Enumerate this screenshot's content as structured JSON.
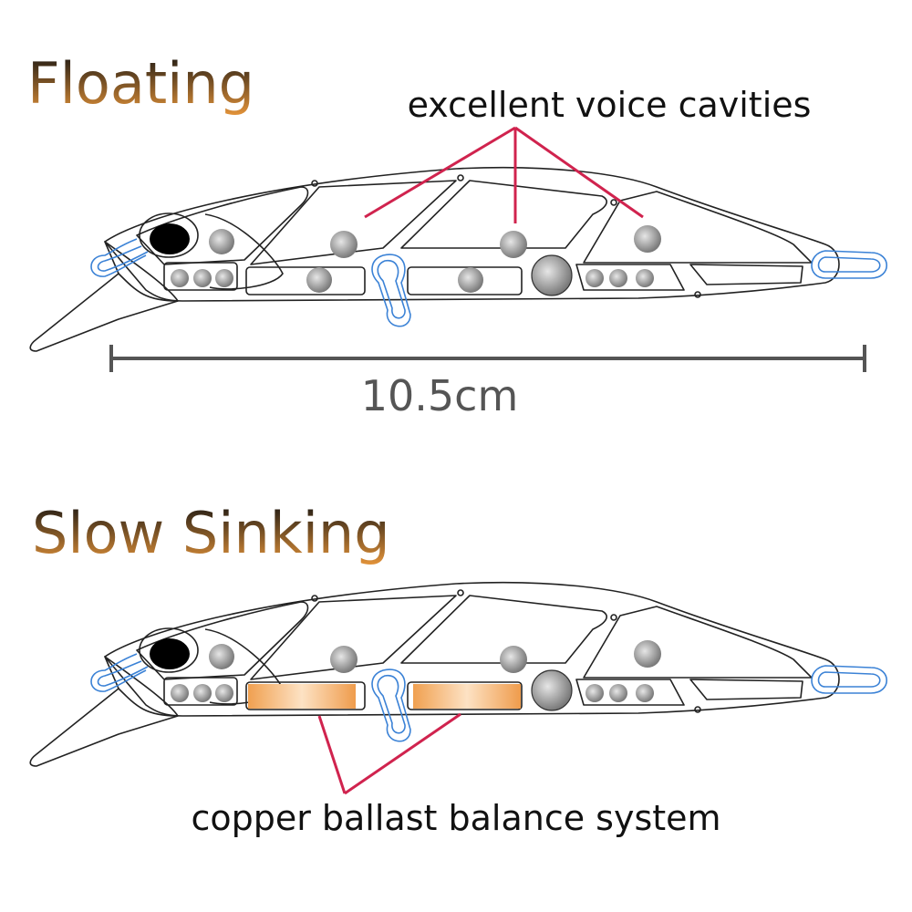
{
  "titles": {
    "floating": "Floating",
    "slow_sinking": "Slow Sinking"
  },
  "annotations": {
    "voice_cavities": "excellent voice cavities",
    "copper_ballast": "copper ballast balance system"
  },
  "measurement": {
    "length": "10.5cm"
  },
  "colors": {
    "title_gradient_top": "#111111",
    "title_gradient_bottom": "#e8963a",
    "pointer_line": "#d0234e",
    "line_tie": "#3b82d6",
    "copper": "#f0a860",
    "measure_line": "#555555"
  }
}
